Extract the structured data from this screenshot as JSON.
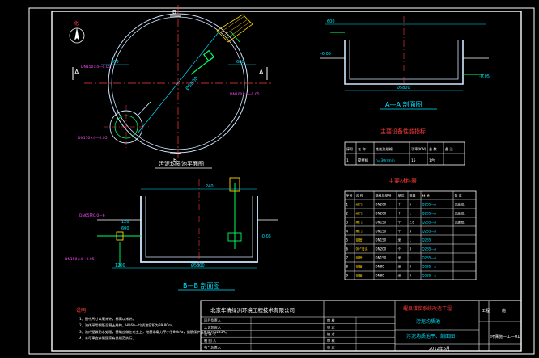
{
  "drawing": {
    "plan_title": "污泥均质池平面图",
    "section_aa_title": "A—A 剖面图",
    "section_bb_title": "B—B 剖面图",
    "section_label_a": "A",
    "section_label_b": "B",
    "north_label": "北",
    "notes_title": "说明",
    "notes": [
      "1、图中尺寸以毫米计，标高以米计。",
      "2、池体采用钢筋混凝土结构，HU60—均质池容积为39.80m。",
      "3、池内壁做防水处理，基础应做在老土上，地基承载力不小于80kPa，钢筋保护层厚度为Q235A。",
      "4、未尽事宜参照国家有关规范执行。"
    ],
    "dims": {
      "plan_diameter": "Ø5800",
      "plan_dim_top": "600",
      "plan_dim_right": "600",
      "plan_pipe1": "DN150×4—0.05",
      "plan_pipe2": "DN100×4—0.05",
      "plan_pipe3": "DN150×4—0.05",
      "aa_width": "Ø5800",
      "aa_top": "600",
      "aa_left_level": "-0.05",
      "aa_right_level": "-0.05",
      "bb_width": "Ø5800",
      "bb_top": "240",
      "bb_left_dim": "1200",
      "bb_pipe_label": "DN150×4—0.05",
      "bb_level": "-0.05",
      "bb_top_level": "DN65管0.0—6",
      "bb_dim_120": "120",
      "bb_dim_600": "600"
    }
  },
  "equipment_table": {
    "title": "主要设备性能指标",
    "headers": [
      "序号",
      "名 称",
      "性能及规格",
      "功率(KW)",
      "台 数",
      "备 注"
    ],
    "rows": [
      [
        "1",
        "搅拌机",
        "n=30r/min",
        "15",
        "1台",
        ""
      ]
    ]
  },
  "materials_table": {
    "title": "主要材料表",
    "headers": [
      "序号",
      "名 称",
      "规格及型号",
      "单位",
      "数量",
      "材 质",
      "备 注"
    ],
    "rows": [
      [
        "1",
        "闸门",
        "DN200",
        "个",
        "5",
        "Q235—A",
        "见图纸"
      ],
      [
        "2",
        "闸门",
        "DN200",
        "个",
        "1",
        "Q235—A",
        "见图纸"
      ],
      [
        "3",
        "闸门",
        "DN150",
        "个",
        "2.8",
        "Q235—A",
        "见图纸"
      ],
      [
        "4",
        "闸门",
        "DN150",
        "个",
        "3",
        "Q235—A",
        ""
      ],
      [
        "5",
        "钢管",
        "DN150",
        "米",
        "1",
        "Q235",
        ""
      ],
      [
        "6",
        "90°弯头",
        "DN200",
        "个",
        "3",
        "Q235—A",
        ""
      ],
      [
        "7",
        "钢管",
        "DN150",
        "米",
        "1",
        "Q235—A",
        ""
      ],
      [
        "8",
        "钢管",
        "DN80",
        "米",
        "3",
        "Q235—A",
        ""
      ],
      [
        "9",
        "钢管",
        "DN80",
        "米",
        "3",
        "Q235—A",
        ""
      ]
    ]
  },
  "title_block": {
    "company": "北京华清绿洲环境工程技术有限公司",
    "project_line1": "耀县煤炭系统改造工程",
    "project_line2": "污泥均质池",
    "drawing_name": "污泥均质池平、剖面图",
    "date": "2012年6月",
    "stage_label": "工程",
    "stage_value": "施",
    "drawing_no": "环保施—工—01",
    "rows": [
      {
        "left": "项目负责人",
        "right": "审 核"
      },
      {
        "left": "工艺负责人",
        "right": "审 定"
      },
      {
        "left": "设 计 人",
        "right": "校 对"
      },
      {
        "left": "制 图 人",
        "right": "审 核"
      },
      {
        "left": "电气负责人",
        "right": "审 定"
      }
    ]
  },
  "colors": {
    "background": "#000000",
    "frame": "#ffffff",
    "outline": "#cfe7ff",
    "dimension": "#00e5ff",
    "annotation": "#ff3b3b",
    "section": "#ffd400",
    "equipment": "#00ff60",
    "text": "#ffffff",
    "magenta": "#ff4bff"
  }
}
